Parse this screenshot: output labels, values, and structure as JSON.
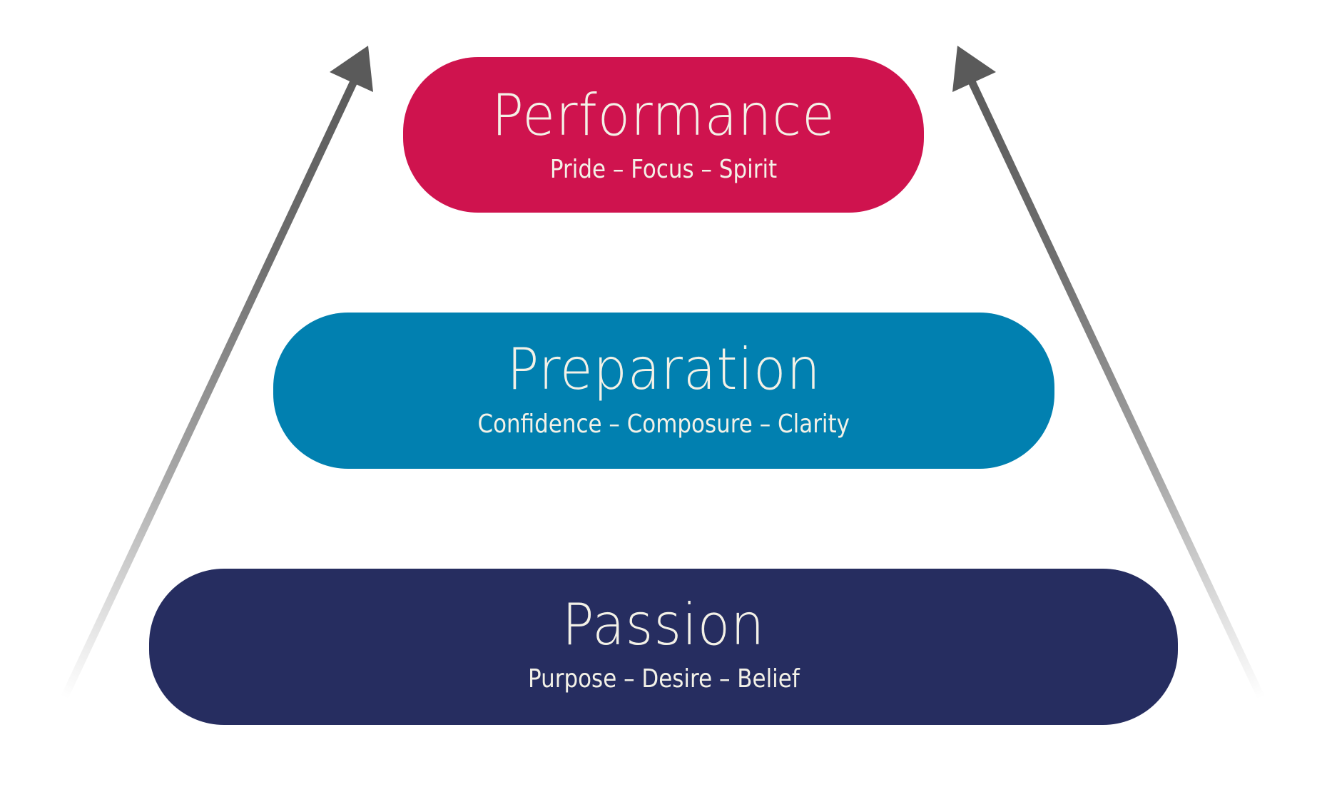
{
  "diagram": {
    "type": "pyramid",
    "arrows": {
      "direction": "upward",
      "count": 2,
      "color": "#5a5a5a",
      "fade_color": "#ffffff"
    },
    "text_color": "#f3f1e7",
    "tiers": [
      {
        "level": "top",
        "title": "Performance",
        "subtitle": "Pride – Focus – Spirit",
        "color": "#cf134e"
      },
      {
        "level": "middle",
        "title": "Preparation",
        "subtitle": "Confidence – Composure – Clarity",
        "color": "#0180b0"
      },
      {
        "level": "bottom",
        "title": "Passion",
        "subtitle": "Purpose – Desire – Belief",
        "color": "#262d60"
      }
    ]
  }
}
